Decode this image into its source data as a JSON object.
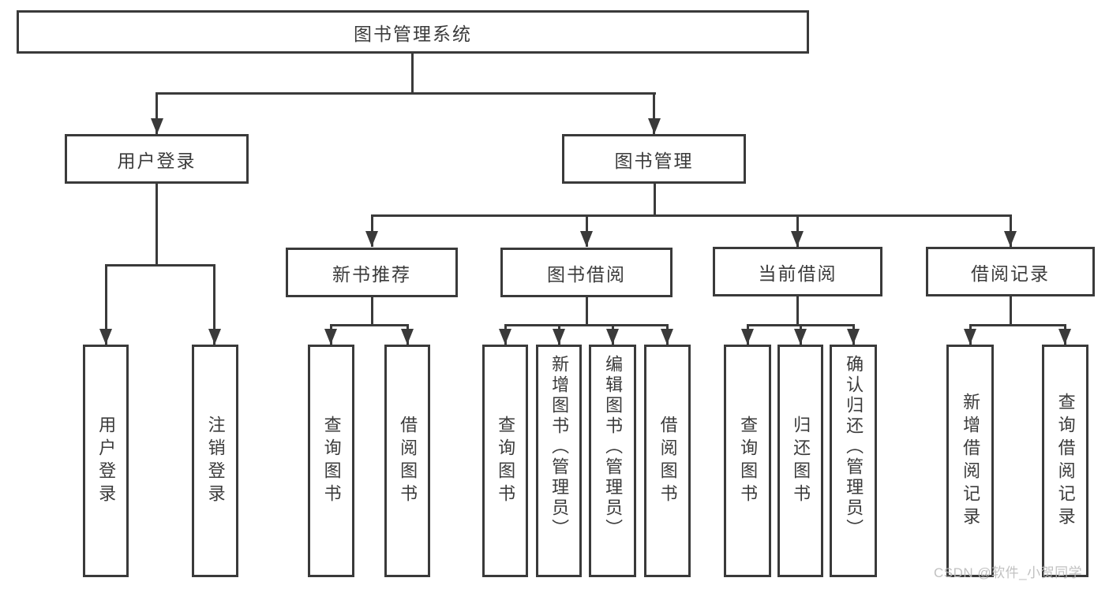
{
  "diagram_title": "图书管理系统",
  "tree": {
    "root": {
      "label": "图书管理系统"
    },
    "level2": [
      {
        "label": "用户登录",
        "children": [
          {
            "label": "用户登录"
          },
          {
            "label": "注销登录"
          }
        ]
      },
      {
        "label": "图书管理",
        "children": [
          {
            "label": "新书推荐",
            "children": [
              {
                "label": "查询图书"
              },
              {
                "label": "借阅图书"
              }
            ]
          },
          {
            "label": "图书借阅",
            "children": [
              {
                "label": "查询图书"
              },
              {
                "label": "新增图书（管理员）"
              },
              {
                "label": "编辑图书（管理员）"
              },
              {
                "label": "借阅图书"
              }
            ]
          },
          {
            "label": "当前借阅",
            "children": [
              {
                "label": "查询图书"
              },
              {
                "label": "归还图书"
              },
              {
                "label": "确认归还（管理员）"
              }
            ]
          },
          {
            "label": "借阅记录",
            "children": [
              {
                "label": "新增借阅记录"
              },
              {
                "label": "查询借阅记录"
              }
            ]
          }
        ]
      }
    ]
  },
  "watermark": {
    "text": "CSDN @软件_小贺同学"
  },
  "colors": {
    "line": "#3a3a3a",
    "text": "#3b3b3b",
    "background": "#ffffff",
    "watermark": "#bcbcbc"
  }
}
